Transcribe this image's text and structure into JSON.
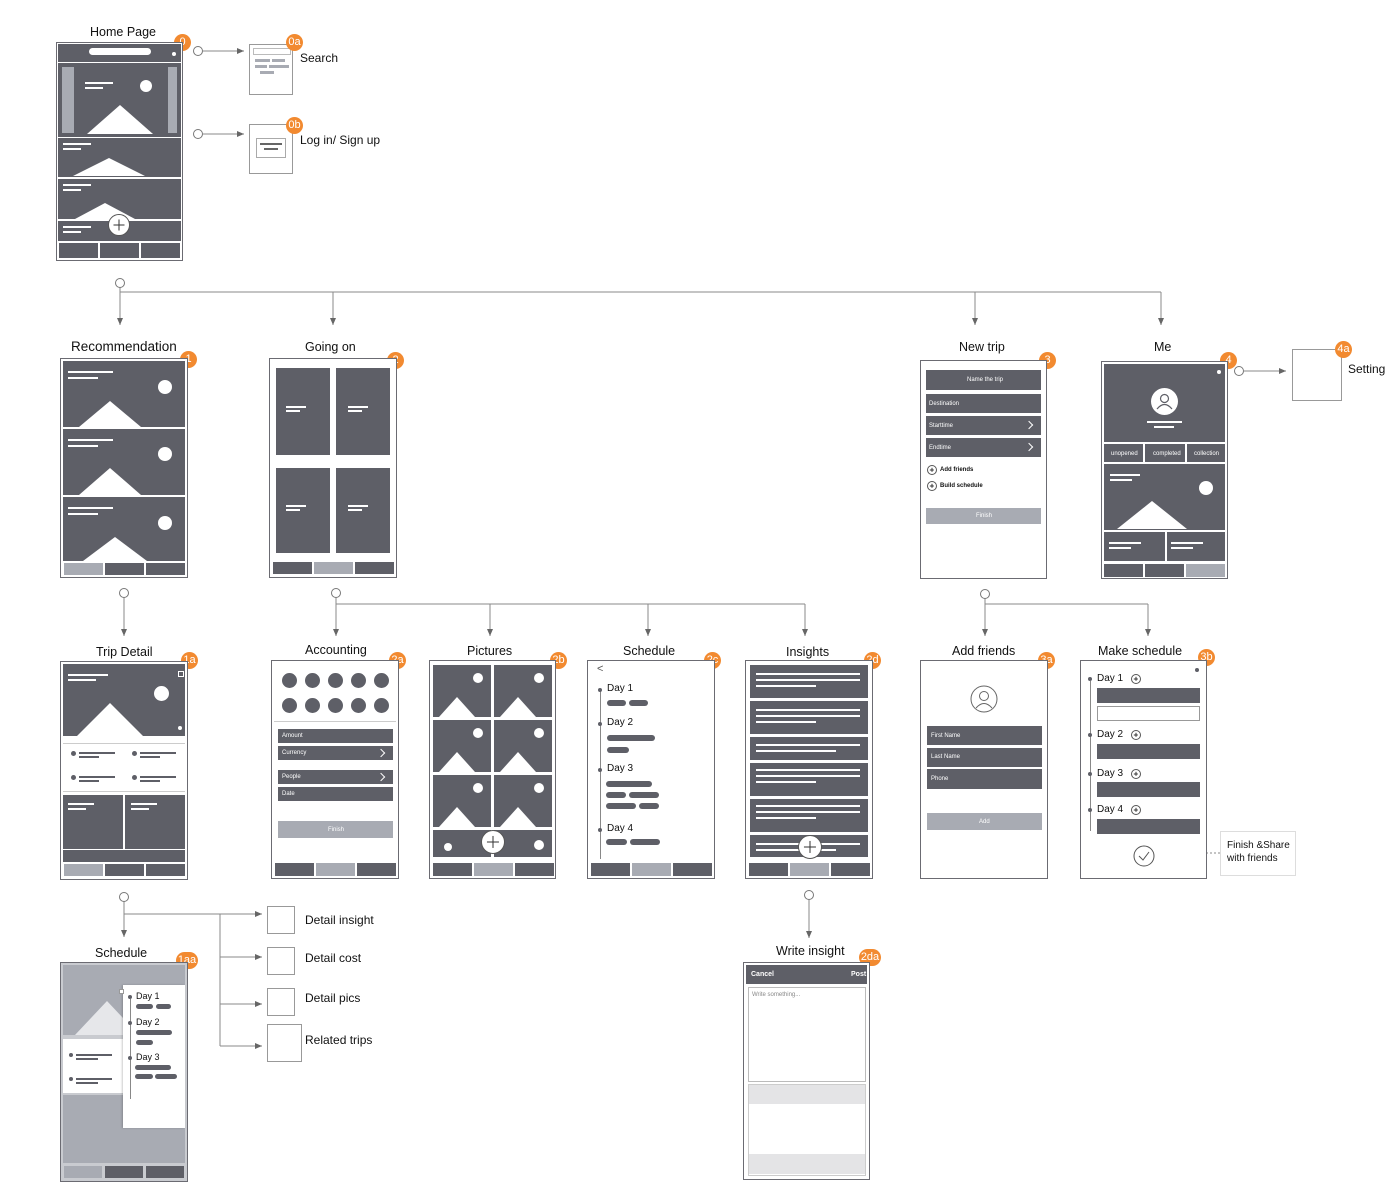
{
  "screens": {
    "home": {
      "title": "Home Page",
      "badge": "0"
    },
    "search": {
      "title": "Search",
      "badge": "0a"
    },
    "login": {
      "title": "Log in/ Sign up",
      "badge": "0b"
    },
    "recommendation": {
      "title": "Recommendation",
      "badge": "1"
    },
    "going_on": {
      "title": "Going on",
      "badge": "2"
    },
    "new_trip": {
      "title": "New trip",
      "badge": "3",
      "name_trip": "Name the trip",
      "destination": "Destination",
      "starttime": "Starttime",
      "endtime": "Endtime",
      "add_friends": "Add friends",
      "build_schedule": "Build schedule",
      "finish": "Finish"
    },
    "me": {
      "title": "Me",
      "badge": "4",
      "tabs": [
        "unopened",
        "completed",
        "collection"
      ]
    },
    "setting": {
      "title": "Setting",
      "badge": "4a"
    },
    "trip_detail": {
      "title": "Trip Detail",
      "badge": "1a"
    },
    "accounting": {
      "title": "Accounting",
      "badge": "2a",
      "amount": "Amount",
      "currency": "Currency",
      "people": "People",
      "date": "Date",
      "finish": "Finish"
    },
    "pictures": {
      "title": "Pictures",
      "badge": "2b"
    },
    "schedule": {
      "title": "Schedule",
      "badge": "2c",
      "back": "<",
      "days": [
        "Day 1",
        "Day 2",
        "Day 3",
        "Day 4"
      ]
    },
    "insights": {
      "title": "Insights",
      "badge": "2d"
    },
    "add_friends": {
      "title": "Add friends",
      "badge": "3a",
      "first_name": "First Name",
      "last_name": "Last Name",
      "phone": "Phone",
      "add": "Add"
    },
    "make_schedule": {
      "title": "Make schedule",
      "badge": "3b",
      "days": [
        "Day 1",
        "Day 2",
        "Day 3",
        "Day 4"
      ]
    },
    "finish_share": {
      "line1": "Finish &Share",
      "line2": "with friends"
    },
    "schedule_1aa": {
      "title": "Schedule",
      "badge": "1aa",
      "days": [
        "Day 1",
        "Day 2",
        "Day 3"
      ]
    },
    "write_insight": {
      "title": "Write insight",
      "badge": "2da",
      "cancel": "Cancel",
      "post": "Post",
      "placeholder": "Write something..."
    }
  },
  "detail_links": [
    "Detail insight",
    "Detail cost",
    "Detail pics",
    "Related trips"
  ],
  "colors": {
    "screen_fill": "#5e5f67",
    "light_fill": "#a8abb3",
    "badge": "#f28a30",
    "line": "#888888"
  }
}
